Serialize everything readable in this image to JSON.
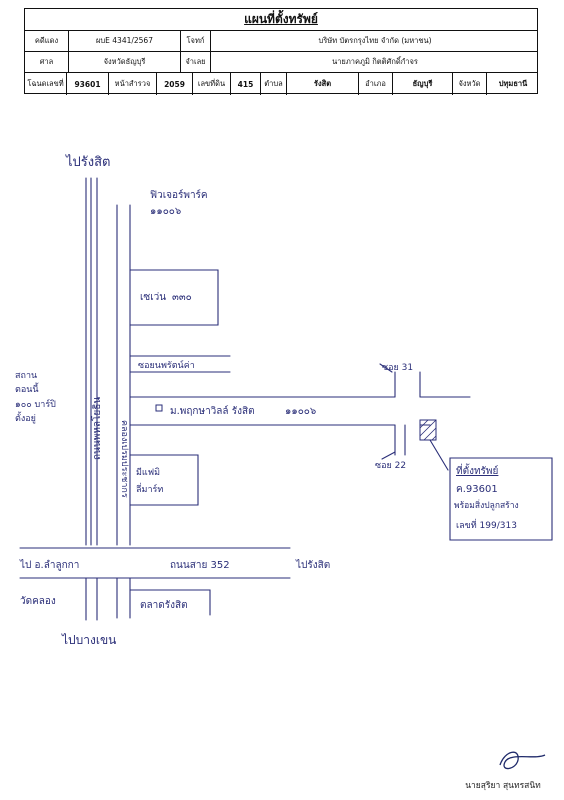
{
  "header": {
    "title": "แผนที่ตั้งทรัพย์",
    "row1": {
      "label_case": "คดีแดง",
      "case_no": "ผบE 4341/2567",
      "label_plaintiff": "โจทก์",
      "plaintiff": "บริษัท บัตรกรุงไทย จำกัด (มหาชน)"
    },
    "row2": {
      "label_court": "ศาล",
      "court": "จังหวัดธัญบุรี",
      "label_defendant": "จำเลย",
      "defendant": "นายภาคภูมิ กิตติศักดิ์กำจร"
    },
    "row3": {
      "label_deed": "โฉนดเลขที่",
      "deed_no": "93601",
      "label_survey": "หน้าสำรวจ",
      "survey_no": "2059",
      "label_land_no": "เลขที่ดิน",
      "land_no": "415",
      "label_subdistrict": "ตำบล",
      "subdistrict": "รังสิต",
      "label_district": "อำเภอ",
      "district": "ธัญบุรี",
      "label_province": "จังหวัด",
      "province": "ปทุมธานี"
    }
  },
  "map": {
    "to_rangsit": "ไปรังสิต",
    "future_park": "ฟิวเจอร์พาร์ค",
    "future_park_code": "๑๑๐๐๖",
    "phahon_road": "ถนนพหลโยธิน",
    "canal": "คลองเปรมประชากร",
    "seven_eleven": "เซเว่น",
    "sev_code": "๓๓๐",
    "soi_rangsit": "ซอยนพรัตน์ค่า",
    "village": "ม.พฤกษาวิลล์ รังสิต",
    "village_code": "๑๑๐๐๖",
    "soi_31": "ซอย 31",
    "soi_22": "ซอย 22",
    "left_note_1": "สถาน",
    "left_note_2": "ตอนนี้",
    "left_note_3": "๑๐๐ บาร์ปิ",
    "left_note_4": "ตั้งอยู่",
    "left_lower_1": "มีแฟมิ",
    "left_lower_2": "ลี่มาร์ท",
    "property_label": "ที่ตั้งทรัพย์",
    "property_deed": "ค.93601",
    "property_note": "พร้อมสิ่งปลูกสร้าง",
    "property_addr": "เลขที่ 199/313",
    "to_lamlukka": "ไป อ.ลำลูกกา",
    "road_352": "ถนนสาย 352",
    "to_rangsit_2": "ไปรังสิต",
    "wat_label": "วัดคลอง",
    "market": "ตลาดรังสิต",
    "to_bang_khen": "ไปบางเขน"
  },
  "signature": {
    "name": "นายสุริยา สุนทรสนิท"
  }
}
